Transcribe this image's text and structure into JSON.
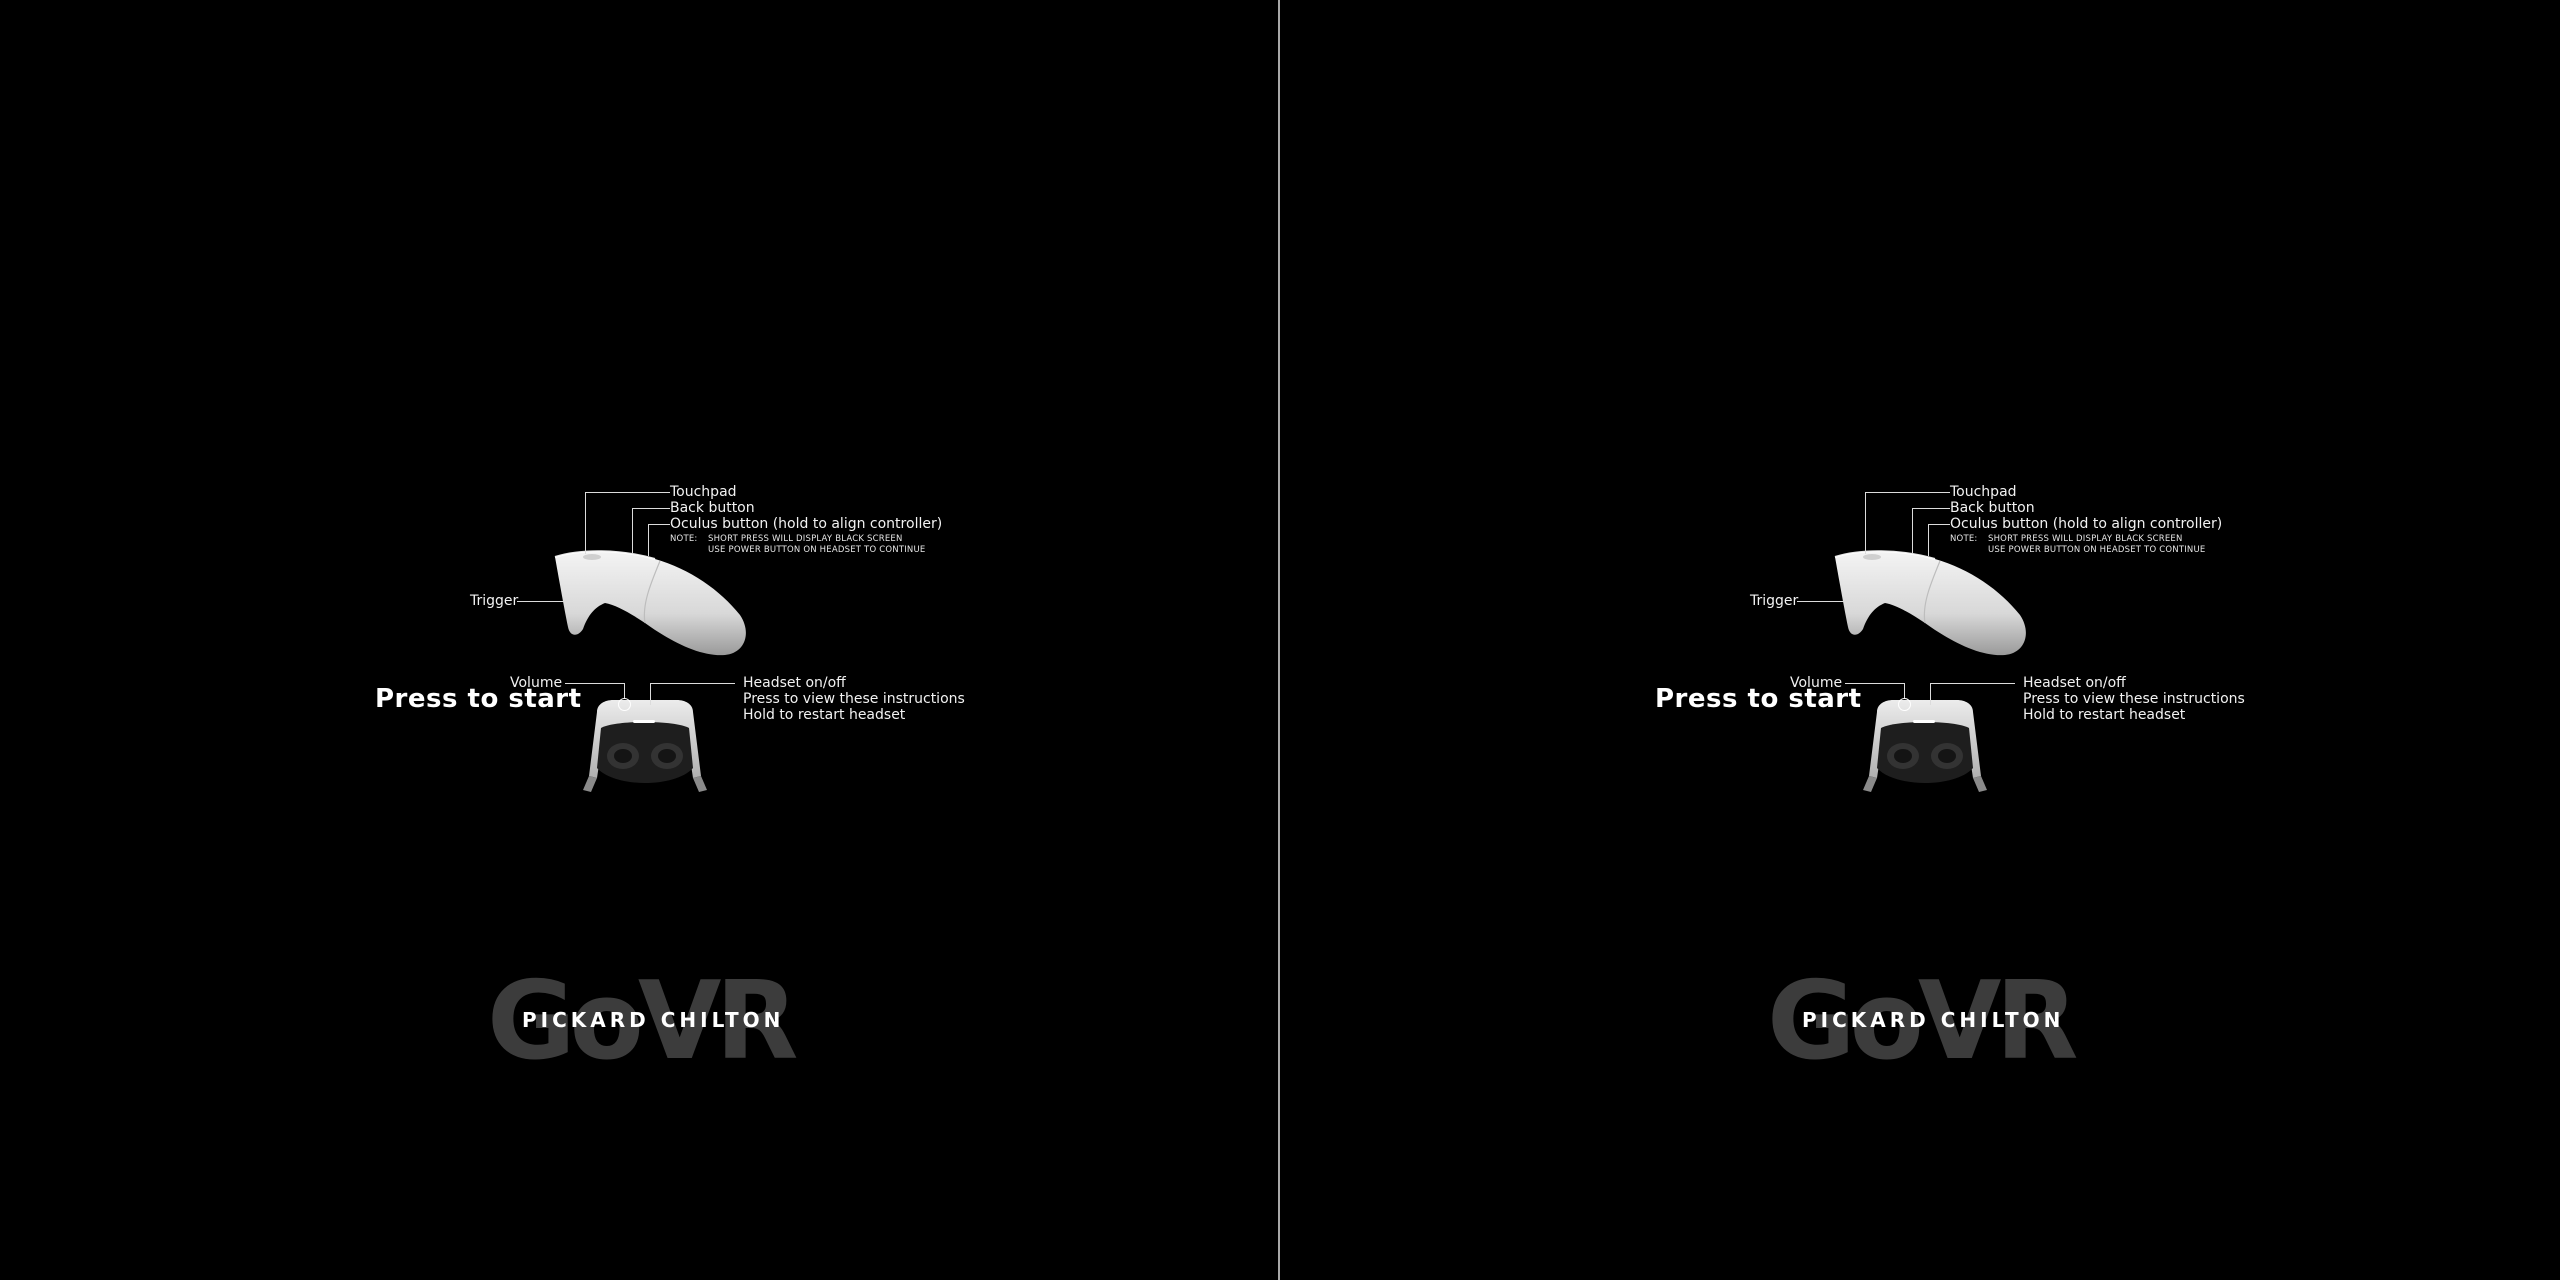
{
  "controller": {
    "touchpad": "Touchpad",
    "back_button": "Back button",
    "oculus_button": "Oculus button (hold to align controller)",
    "note_label": "NOTE:",
    "note_line1": "SHORT PRESS WILL DISPLAY BLACK SCREEN",
    "note_line2": "USE POWER BUTTON ON HEADSET TO CONTINUE",
    "trigger": "Trigger"
  },
  "headset": {
    "volume": "Volume",
    "power": "Headset on/off",
    "power_press": "Press to view these instructions",
    "power_hold": "Hold to restart headset"
  },
  "press_to_start": "Press to start",
  "brand": {
    "mark": "GoVR",
    "name": "PICKARD CHILTON"
  },
  "colors": {
    "background": "#000000",
    "divider": "#a8a8a8",
    "text": "#f2f2f2",
    "brand_mark": "#3c3c3c"
  },
  "icons": [
    "oculus-go-controller-icon",
    "oculus-go-headset-icon"
  ]
}
